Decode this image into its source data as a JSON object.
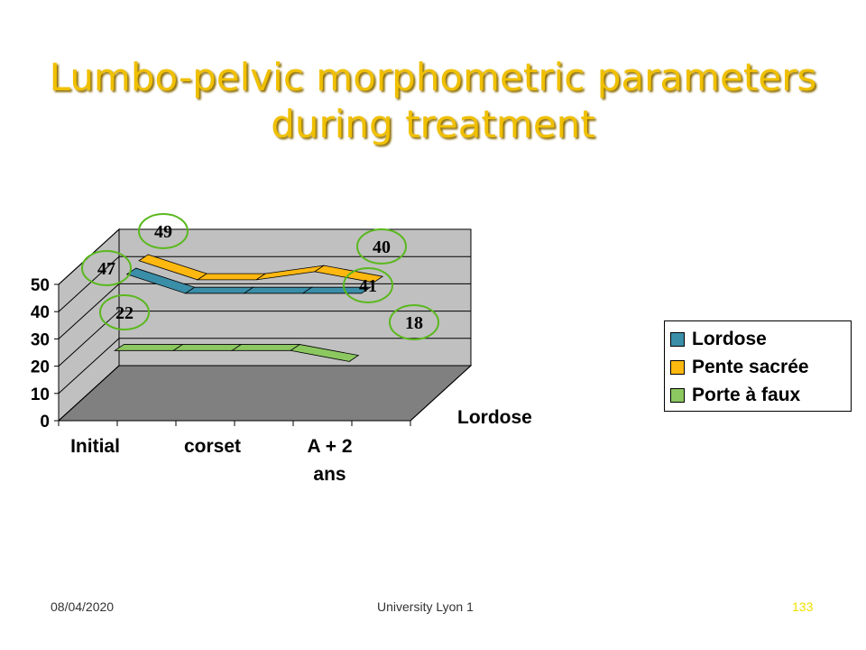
{
  "slide": {
    "title_line1": "Lumbo-pelvic morphometric parameters",
    "title_line2": "during treatment",
    "date": "08/04/2020",
    "institution": "University  Lyon 1",
    "page_number": "133"
  },
  "chart_data": {
    "type": "area",
    "variant": "3d-ribbon",
    "categories": [
      "Initial",
      "",
      "corset",
      "",
      "A + 2 ans"
    ],
    "yticks": [
      "0",
      "10",
      "20",
      "30",
      "40",
      "50"
    ],
    "ylim": [
      0,
      50
    ],
    "depth_axis_label": "Lordose",
    "grid": true,
    "legend_placement": "right",
    "series": [
      {
        "name": "Lordose",
        "color": "#3a8ea8",
        "values": [
          47,
          40,
          40,
          40,
          40
        ]
      },
      {
        "name": "Pente sacrée",
        "color": "#ffb810",
        "values": [
          49,
          42,
          42,
          45,
          41
        ]
      },
      {
        "name": "Porte à faux",
        "color": "#8cc860",
        "values": [
          22,
          22,
          22,
          22,
          18
        ]
      }
    ],
    "annotations": [
      "49",
      "47",
      "22",
      "40",
      "41",
      "18"
    ]
  }
}
